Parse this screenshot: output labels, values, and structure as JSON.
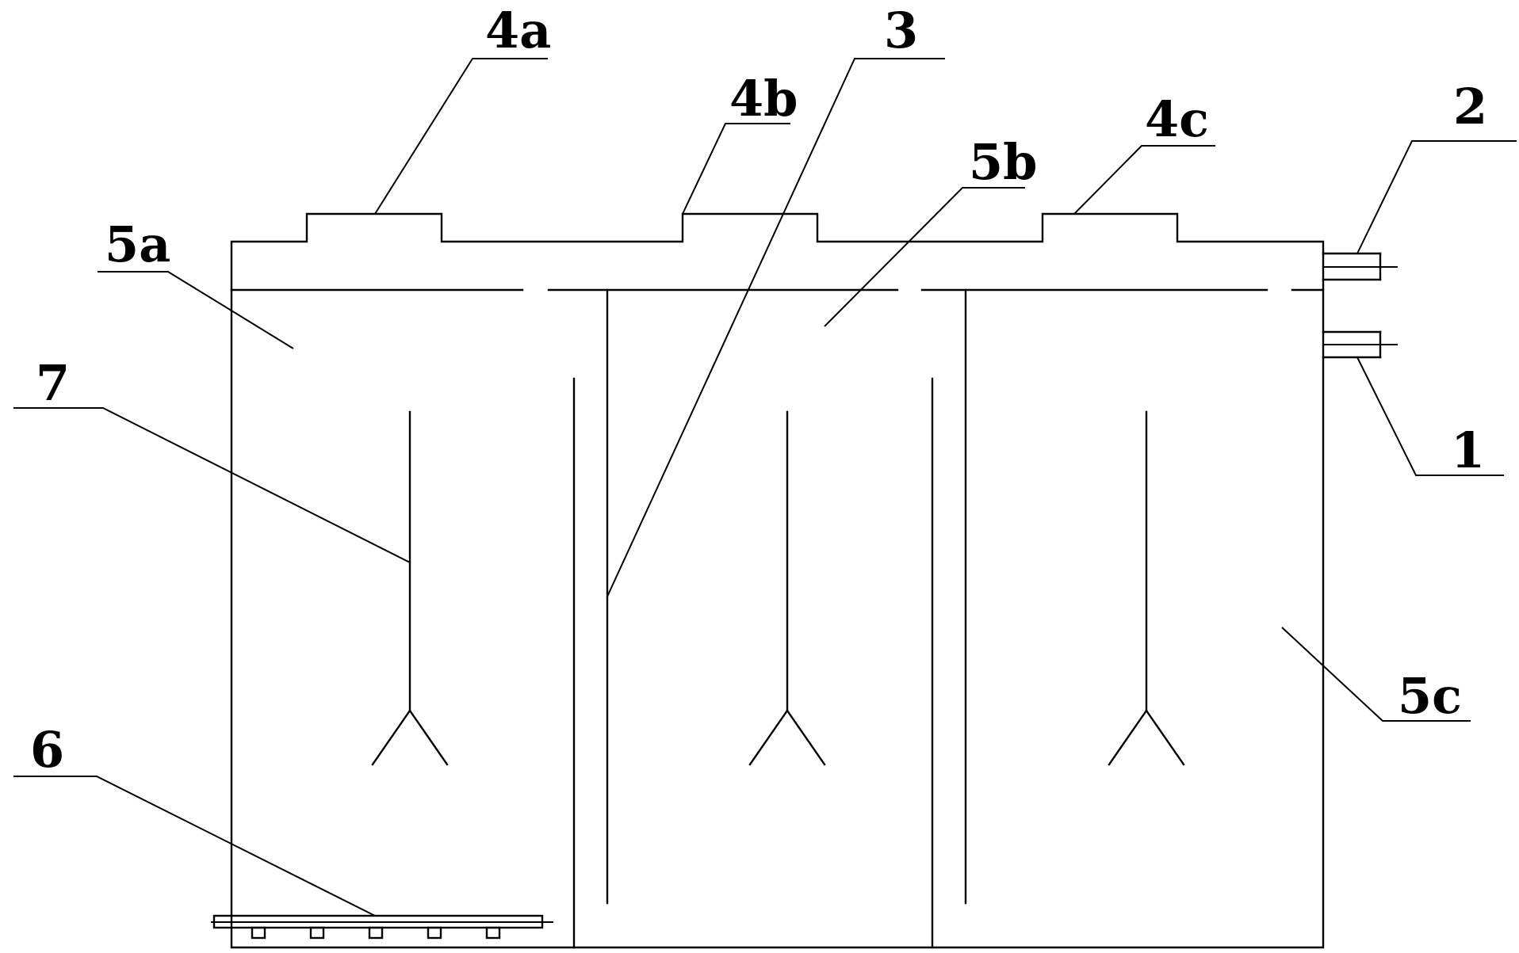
{
  "labels": {
    "l1": "1",
    "l2": "2",
    "l3": "3",
    "l4a": "4a",
    "l4b": "4b",
    "l4c": "4c",
    "l5a": "5a",
    "l5b": "5b",
    "l5c": "5c",
    "l6": "6",
    "l7": "7"
  },
  "colors": {
    "line": "#000000",
    "background": "#ffffff"
  }
}
